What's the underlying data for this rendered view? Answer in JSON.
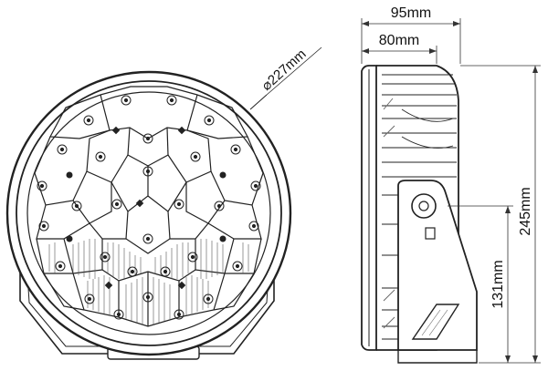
{
  "front_view": {
    "diameter_label": "⌀227mm"
  },
  "side_view": {
    "overall_depth_label": "95mm",
    "housing_depth_label": "80mm",
    "overall_height_label": "245mm",
    "mount_height_label": "131mm"
  }
}
